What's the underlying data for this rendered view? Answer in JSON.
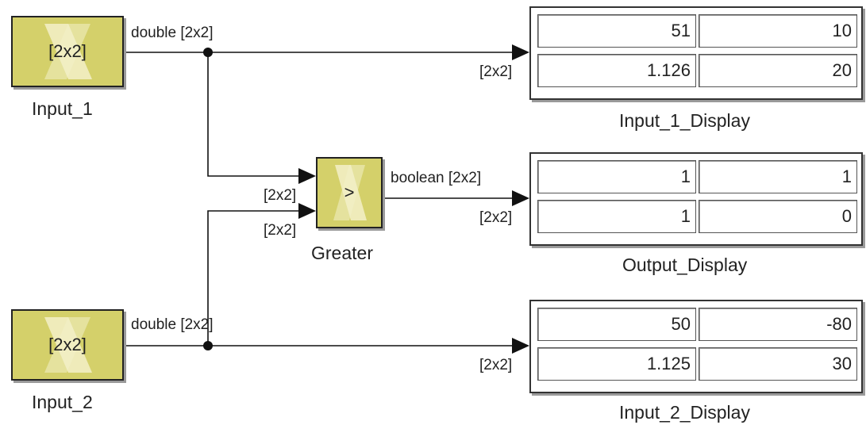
{
  "blocks": {
    "input_1": {
      "inner": "[2x2]",
      "name": "Input_1"
    },
    "input_2": {
      "inner": "[2x2]",
      "name": "Input_2"
    },
    "greater": {
      "inner": ">",
      "name": "Greater"
    }
  },
  "signals": {
    "input_1_type": "double [2x2]",
    "input_2_type": "double [2x2]",
    "greater_out_type": "boolean [2x2]",
    "greater_in_1": "[2x2]",
    "greater_in_2": "[2x2]",
    "display_1_in": "[2x2]",
    "output_display_in": "[2x2]",
    "display_2_in": "[2x2]"
  },
  "displays": {
    "input_1_display": {
      "name": "Input_1_Display",
      "values": [
        "51",
        "10",
        "1.126",
        "20"
      ]
    },
    "output_display": {
      "name": "Output_Display",
      "values": [
        "1",
        "1",
        "1",
        "0"
      ]
    },
    "input_2_display": {
      "name": "Input_2_Display",
      "values": [
        "50",
        "-80",
        "1.125",
        "30"
      ]
    }
  },
  "colors": {
    "block_fill": "#d4d06a",
    "line": "#111111",
    "logo_light": "#f3f0c8"
  }
}
